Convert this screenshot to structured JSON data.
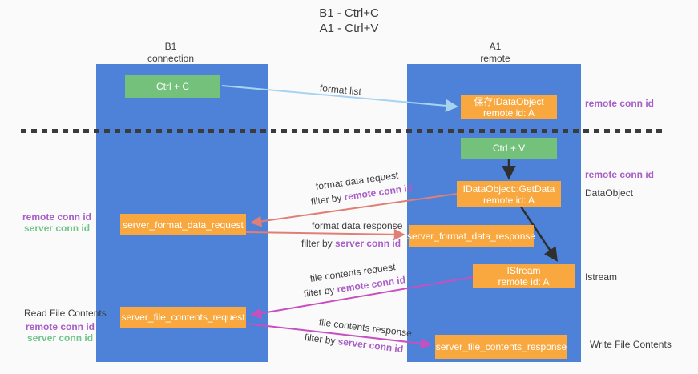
{
  "title": {
    "line1": "B1 - Ctrl+C",
    "line2": "A1 - Ctrl+V"
  },
  "headers": {
    "left": {
      "line1": "B1",
      "line2": "connection"
    },
    "right": {
      "line1": "A1",
      "line2": "remote"
    }
  },
  "nodes": {
    "ctrl_c": {
      "label": "Ctrl + C"
    },
    "ctrl_v": {
      "label": "Ctrl + V"
    },
    "save_dataobject": {
      "line1": "保存IDataObject",
      "line2": "remote id: A"
    },
    "getdata": {
      "line1": "IDataObject::GetData",
      "line2": "remote id: A"
    },
    "istream": {
      "line1": "IStream",
      "line2": "remote id: A"
    },
    "server_format_data_request": {
      "label": "server_format_data_request"
    },
    "server_format_data_response": {
      "label": "server_format_data_response"
    },
    "server_file_contents_request": {
      "label": "server_file_contents_request"
    },
    "server_file_contents_response": {
      "label": "server_file_contents_response"
    }
  },
  "edge_labels": {
    "format_list": "format list",
    "format_data_request": "format data request",
    "format_data_response": "format data response",
    "file_contents_request": "file contents request",
    "file_contents_response": "file contents response",
    "filter_by": "filter by ",
    "remote_conn_id": "remote conn id",
    "server_conn_id": "server conn id"
  },
  "side_labels": {
    "left_top": {
      "remote": "remote conn id",
      "server": "server conn id"
    },
    "left_bottom": {
      "title": "Read File Contents",
      "remote": "remote conn id",
      "server": "server conn id"
    },
    "right": {
      "remote_top": "remote conn id",
      "remote_mid": "remote conn id",
      "dataobject": "DataObject",
      "istream": "Istream",
      "write_file_contents": "Write File Contents"
    }
  },
  "colors": {
    "column_blue": "#4d82d8",
    "node_green": "#74c17b",
    "node_orange": "#f8a83f",
    "arrow_salmon": "#e07f76",
    "arrow_magenta": "#c750c0",
    "arrow_light_blue": "#a8d3f0",
    "arrow_black": "#2f2f2f",
    "text_purple": "#a85ec6",
    "text_green": "#74c58d",
    "dash_line": "#3b3b3b"
  }
}
